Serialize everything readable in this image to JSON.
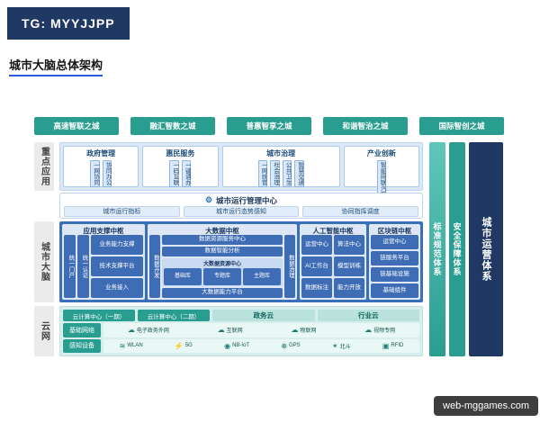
{
  "badge": {
    "text": "TG: MYYJJPP"
  },
  "title": "城市大脑总体架构",
  "watermark": "web-mggames.com",
  "top_cities": [
    "高速智联之城",
    "融汇智数之城",
    "普惠智享之城",
    "和谐智治之城",
    "国际智创之城"
  ],
  "side_labels": {
    "apps": "重点应用",
    "brain": "城市大脑",
    "cloud": "云网"
  },
  "right_bars": {
    "standard": "标准规范体系",
    "security": "安全保障体系",
    "operation": "城市运营体系"
  },
  "key_apps": {
    "groups": [
      {
        "title": "政府管理",
        "items": [
          "一网协同",
          "协同办公"
        ]
      },
      {
        "title": "惠民服务",
        "items": [
          "一码互联",
          "一键通办"
        ]
      },
      {
        "title": "城市治理",
        "items": [
          "一网统管",
          "社会治理",
          "公共卫生",
          "智慧交通"
        ]
      },
      {
        "title": "产业创新",
        "items": [
          "智能网联汽车"
        ]
      }
    ]
  },
  "ops_center": {
    "icon": "⚙",
    "title": "城市运行管理中心",
    "boxes": [
      "城市运行指标",
      "城市运行态势感知",
      "协同指挥调度"
    ]
  },
  "brain": {
    "app_hub": {
      "title": "应用支撑中枢",
      "vertical": [
        "统一门户",
        "统一认证"
      ],
      "rows": [
        "业务能力支撑",
        "技术支撑平台",
        "业务接入"
      ]
    },
    "data_hub": {
      "title": "大数据中枢",
      "left": "数据开发",
      "right": "数据治理",
      "top": "数据资源服务中心",
      "mid": "数据智能分析",
      "resource": {
        "title": "大数据资源中心",
        "libs": [
          "基础库",
          "专题库",
          "主题库"
        ]
      },
      "bottom": "大数据能力平台"
    },
    "ai_hub": {
      "title": "人工智能中枢",
      "cells": [
        "运营中心",
        "算法中心",
        "AI工作台",
        "模型训练",
        "数据标注",
        "能力开放"
      ]
    },
    "chain_hub": {
      "title": "区块链中枢",
      "cells": [
        "运营中心",
        "链服务平台",
        "链基础设施",
        "基础组件"
      ]
    }
  },
  "cloud": {
    "centers": [
      "云计算中心（一期）",
      "云计算中心（二期）"
    ],
    "strips": [
      "政务云",
      "行业云"
    ],
    "network": {
      "label": "基础网络",
      "items": [
        {
          "glyph": "☁",
          "label": "电子政务外网"
        },
        {
          "glyph": "☁",
          "label": "互联网"
        },
        {
          "glyph": "☁",
          "label": "物联网"
        },
        {
          "glyph": "☁",
          "label": "视频专网"
        }
      ]
    },
    "sensing": {
      "label": "感知设备",
      "items": [
        {
          "glyph": "≋",
          "label": "WLAN"
        },
        {
          "glyph": "⚡",
          "label": "5G"
        },
        {
          "glyph": "◉",
          "label": "NB-IoT"
        },
        {
          "glyph": "⊕",
          "label": "GPS"
        },
        {
          "glyph": "✶",
          "label": "北斗"
        },
        {
          "glyph": "▣",
          "label": "RFID"
        }
      ]
    }
  }
}
